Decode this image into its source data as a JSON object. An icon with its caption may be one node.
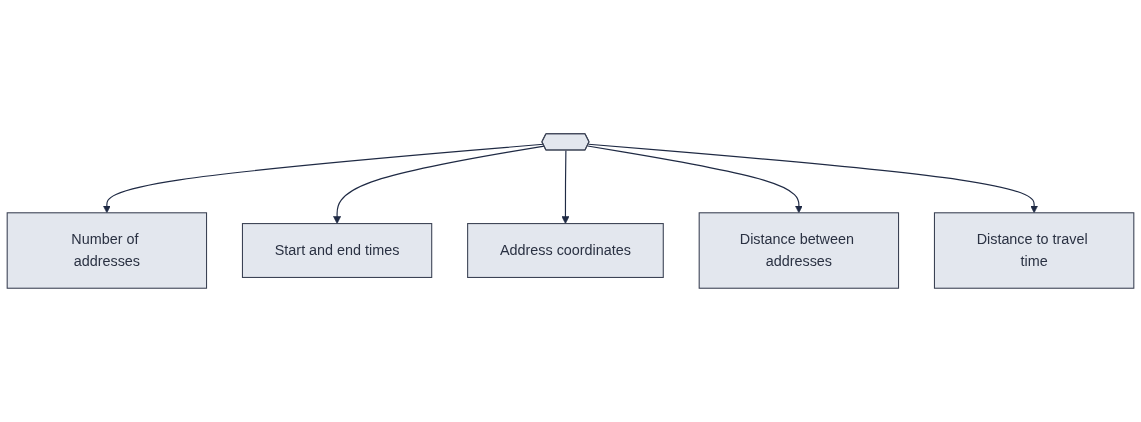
{
  "diagram": {
    "nodes": [
      {
        "text": [],
        "shape": "hexagon"
      },
      {
        "text": [
          "Number of addresses"
        ]
      },
      {
        "text": [
          "Start and end times"
        ]
      },
      {
        "text": [
          "Address coordinates"
        ]
      },
      {
        "text": [
          "Distance between addresses"
        ]
      },
      {
        "text": [
          "Distance to travel time"
        ]
      }
    ],
    "edges": [
      {
        "from": 0,
        "to": 1,
        "arrow": "to"
      },
      {
        "from": 0,
        "to": 2,
        "arrow": "to"
      },
      {
        "from": 0,
        "to": 3,
        "arrow": "to"
      },
      {
        "from": 0,
        "to": 4,
        "arrow": "to"
      },
      {
        "from": 0,
        "to": 5,
        "arrow": "to"
      }
    ]
  }
}
